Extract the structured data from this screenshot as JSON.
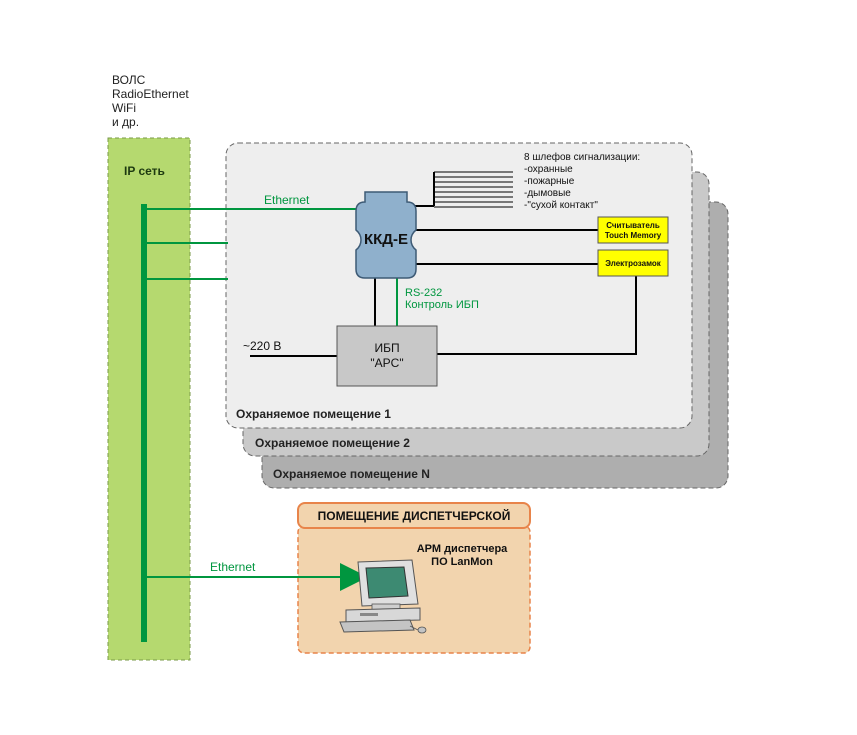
{
  "network_types": [
    "ВОЛС",
    "RadioEthernet",
    "WiFi",
    "и др."
  ],
  "ip_network": {
    "label": "IP сеть"
  },
  "ethernet_label": "Ethernet",
  "kkd": {
    "label": "ККД-Е"
  },
  "alarm_loops": {
    "title": "8 шлефов сигнализации:",
    "items": [
      "-охранные",
      "-пожарные",
      "-дымовые",
      "-\"сухой контакт\""
    ]
  },
  "reader": {
    "line1": "Считыватель",
    "line2": "Touch Memory"
  },
  "lock": {
    "label": "Электрозамок"
  },
  "rs232": {
    "line1": "RS-232",
    "line2": "Контроль ИБП"
  },
  "power": {
    "label": "~220 В"
  },
  "ups": {
    "line1": "ИБП",
    "line2": "\"APC\""
  },
  "rooms": [
    "Охраняемое помещение 1",
    "Охраняемое помещение 2",
    "Охраняемое помещение N"
  ],
  "dispatch": {
    "header": "ПОМЕЩЕНИЕ ДИСПЕТЧЕРСКОЙ",
    "line1": "АРМ диспетчера",
    "line2": "ПО LanMon",
    "ethernet_label": "Ethernet"
  },
  "colors": {
    "ip_fill": "#b5d96f",
    "green_line": "#00963f",
    "device_fill": "#8fb0cc",
    "yellow": "#ffff00",
    "dispatch_fill": "#f2d4ae",
    "dispatch_border": "#e8844a",
    "room_n": "#aeaeae",
    "room_2": "#c9c9c9",
    "room_1": "#eeeeee"
  }
}
